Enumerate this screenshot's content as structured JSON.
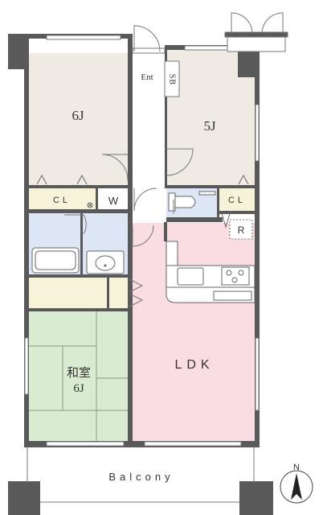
{
  "rooms": {
    "bedroom_west": "6J",
    "bedroom_east": "5J",
    "entrance": "Ent",
    "shoe_box": "SB",
    "closet_west": "CL",
    "closet_east": "CL",
    "washroom": "W",
    "refrigerator": "R",
    "living": "LDK",
    "washitsu_name": "和室",
    "washitsu_size": "6J",
    "balcony": "Balcony"
  },
  "compass": {
    "label": "N"
  },
  "colors": {
    "wall": "#595959",
    "bedroom_floor": "#efebe2",
    "ldk_floor": "#f9dde3",
    "closet_floor": "#f7f3d8",
    "water_floor": "#dde6f5",
    "tatami": "#d9ebd1",
    "corridor": "#ffffff"
  }
}
